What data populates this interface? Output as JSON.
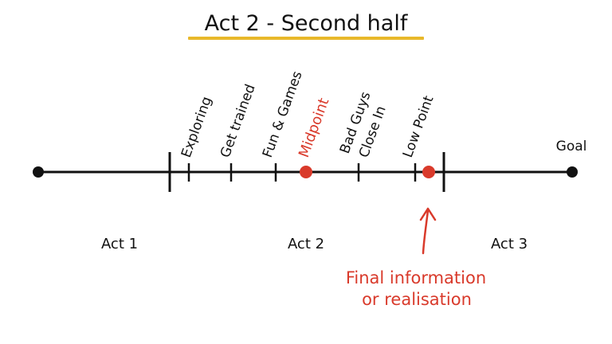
{
  "title": "Act 2 - Second half",
  "colors": {
    "ink": "#111111",
    "accent_red": "#d93a2b",
    "underline_yellow": "#e8b82a",
    "background": "#ffffff"
  },
  "timeline": {
    "start_label": "",
    "end_label": "Goal",
    "beats": [
      {
        "label": "Exploring",
        "highlight": false
      },
      {
        "label": "Get trained",
        "highlight": false
      },
      {
        "label": "Fun & Games",
        "highlight": false
      },
      {
        "label": "Midpoint",
        "highlight": true
      },
      {
        "label": "Bad Guys",
        "label2": "Close In",
        "highlight": false
      },
      {
        "label": "Low Point",
        "highlight": false
      }
    ]
  },
  "acts": [
    {
      "label": "Act 1"
    },
    {
      "label": "Act 2"
    },
    {
      "label": "Act 3"
    }
  ],
  "annotation": {
    "line1": "Final information",
    "line2": "or realisation"
  }
}
